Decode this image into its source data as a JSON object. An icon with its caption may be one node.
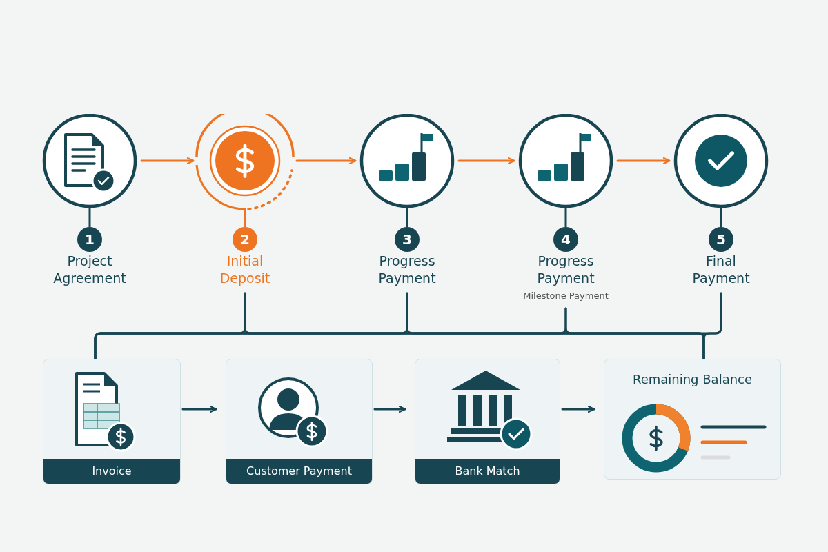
{
  "diagram": {
    "nodes": [
      {
        "text": [
          "1",
          "Project Agreement"
        ]
      },
      {
        "text": [
          "2",
          "Initial Deposit"
        ]
      },
      {
        "text": [
          "3",
          "Progress Payment"
        ]
      },
      {
        "text": [
          "4",
          "Progress Payment",
          "Milestone Payment"
        ]
      },
      {
        "text": [
          "5",
          "Final Payment"
        ]
      },
      {
        "text": [
          "Invoice"
        ]
      },
      {
        "text": [
          "Customer Payment"
        ]
      },
      {
        "text": [
          "Bank Match"
        ]
      },
      {
        "text": [
          "Remaining Balance"
        ]
      }
    ],
    "edges": [
      {
        "from": 0,
        "to": 1,
        "arrow": "to",
        "color": "#ee7421"
      },
      {
        "from": 1,
        "to": 2,
        "arrow": "to",
        "color": "#ee7421"
      },
      {
        "from": 2,
        "to": 3,
        "arrow": "to",
        "color": "#ee7421"
      },
      {
        "from": 3,
        "to": 4,
        "arrow": "to",
        "color": "#ee7421"
      },
      {
        "from": 1,
        "to": 5,
        "arrow": "none"
      },
      {
        "from": 2,
        "to": 5,
        "arrow": "none"
      },
      {
        "from": 3,
        "to": 5,
        "arrow": "none"
      },
      {
        "from": 4,
        "to": 5,
        "arrow": "none"
      },
      {
        "from": 1,
        "to": 8,
        "arrow": "none"
      },
      {
        "from": 2,
        "to": 8,
        "arrow": "none"
      },
      {
        "from": 3,
        "to": 8,
        "arrow": "none"
      },
      {
        "from": 4,
        "to": 8,
        "arrow": "none"
      },
      {
        "from": 5,
        "to": 6,
        "arrow": "to"
      },
      {
        "from": 6,
        "to": 7,
        "arrow": "to"
      },
      {
        "from": 7,
        "to": 8,
        "arrow": "to"
      }
    ]
  }
}
